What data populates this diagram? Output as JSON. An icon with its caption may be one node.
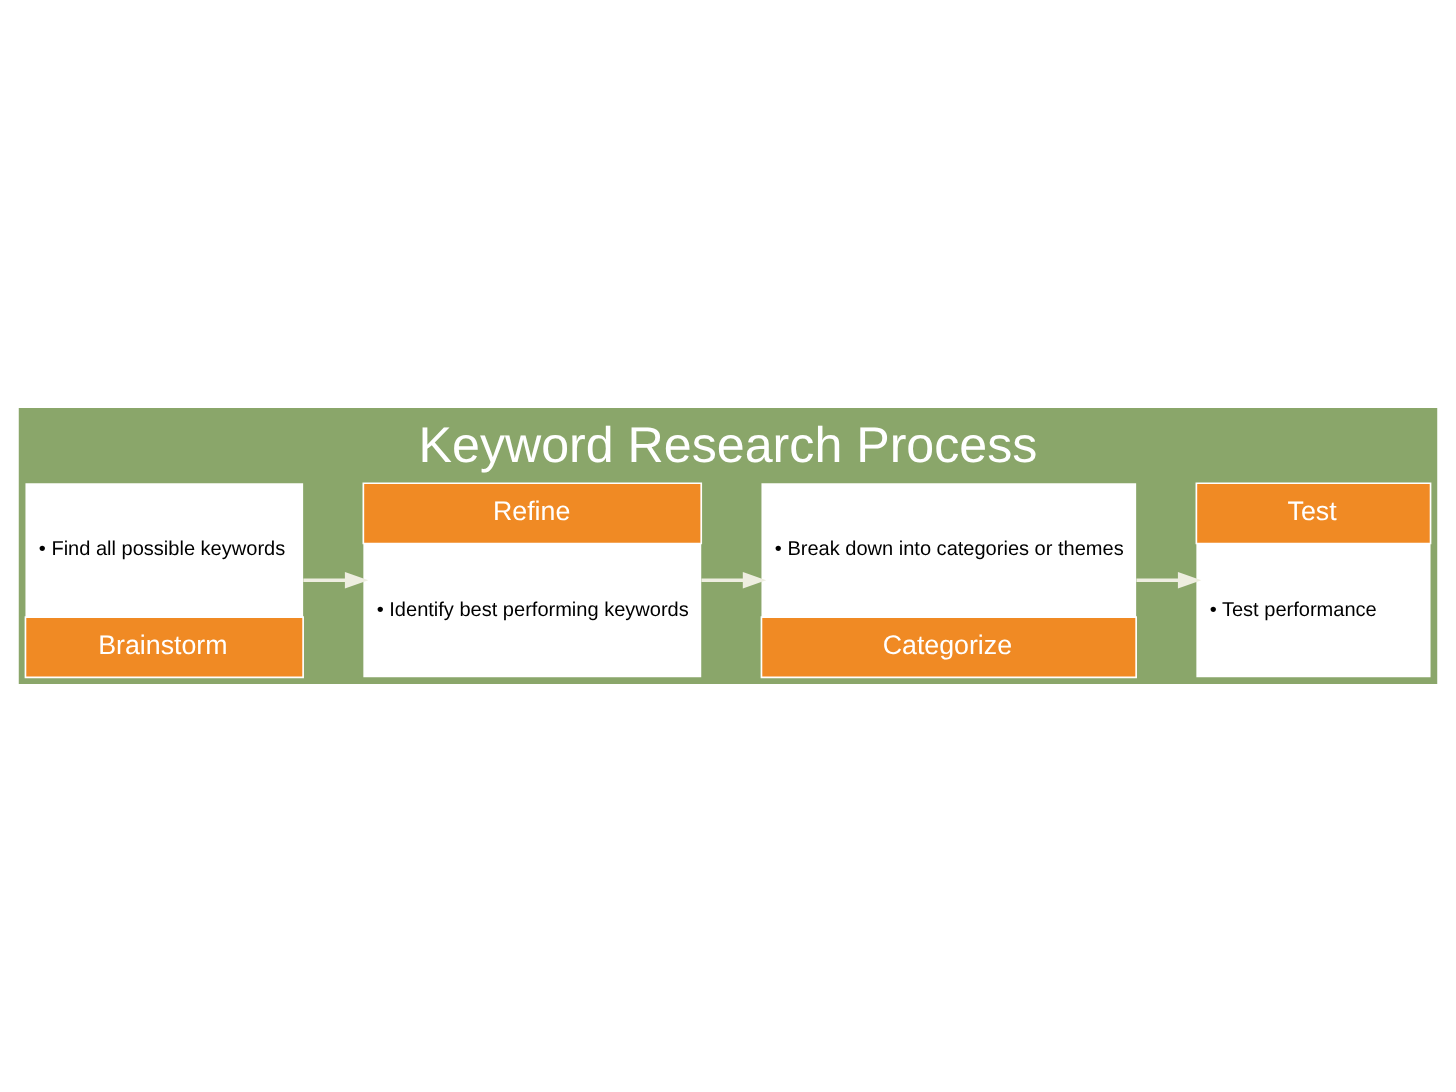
{
  "diagram": {
    "title": "Keyword Research Process",
    "nodes": [
      {
        "text": [
          "• Find all possible keywords",
          "Brainstorm"
        ]
      },
      {
        "text": [
          "Refine",
          "• Identify best performing keywords"
        ]
      },
      {
        "text": [
          "• Break down into categories or themes",
          "Categorize"
        ]
      },
      {
        "text": [
          "Test",
          "• Test performance"
        ]
      }
    ],
    "edges": [
      {
        "from": 0,
        "to": 1,
        "arrow": "to"
      },
      {
        "from": 1,
        "to": 2,
        "arrow": "to"
      },
      {
        "from": 2,
        "to": 3,
        "arrow": "to"
      }
    ]
  }
}
